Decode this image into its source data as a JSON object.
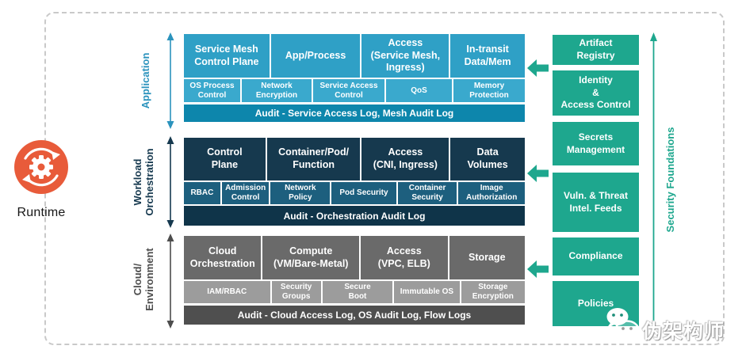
{
  "runtime": {
    "label": "Runtime"
  },
  "layers": [
    {
      "id": "application",
      "label": "Application",
      "top_boxes": [
        "Service Mesh\nControl Plane",
        "App/Process",
        "Access\n(Service Mesh,\nIngress)",
        "In-transit\nData/Mem"
      ],
      "sub_boxes": [
        "OS Process\nControl",
        "Network\nEncryption",
        "Service Access\nControl",
        "QoS",
        "Memory\nProtection"
      ],
      "audit": "Audit - Service Access Log, Mesh Audit Log"
    },
    {
      "id": "workload-orchestration",
      "label": "Workload\nOrchestration",
      "top_boxes": [
        "Control\nPlane",
        "Container/Pod/\nFunction",
        "Access\n(CNI, Ingress)",
        "Data\nVolumes"
      ],
      "sub_boxes": [
        "RBAC",
        "Admission\nControl",
        "Network\nPolicy",
        "Pod Security",
        "Container\nSecurity",
        "Image\nAuthorization"
      ],
      "audit": "Audit - Orchestration Audit Log"
    },
    {
      "id": "cloud-environment",
      "label": "Cloud/\nEnvironment",
      "top_boxes": [
        "Cloud\nOrchestration",
        "Compute\n(VM/Bare-Metal)",
        "Access\n(VPC, ELB)",
        "Storage"
      ],
      "sub_boxes": [
        "IAM/RBAC",
        "Security\nGroups",
        "Secure\nBoot",
        "Immutable OS",
        "Storage\nEncryption"
      ],
      "audit": "Audit - Cloud Access Log, OS Audit Log, Flow Logs"
    }
  ],
  "foundations": {
    "axis_label": "Security Foundations",
    "items": [
      "Artifact\nRegistry",
      "Identity\n&\nAccess Control",
      "Secrets\nManagement",
      "Vuln. & Threat\nIntel. Feeds",
      "Compliance",
      "Policies"
    ]
  },
  "watermark": {
    "text": "伪架构师"
  },
  "colors": {
    "application_top": "#2fa0c6",
    "application_sub": "#3aa9cd",
    "application_audit": "#0d86ac",
    "workload_top": "#16394e",
    "workload_sub": "#1d5f7e",
    "workload_audit": "#0f3449",
    "cloud_top": "#6a6a6a",
    "cloud_sub": "#9c9c9c",
    "cloud_audit": "#4f4f4f",
    "foundation_green": "#1ea78e",
    "runtime_orange": "#e85b3a",
    "application_accent": "#2b93bd",
    "workload_accent": "#16394f",
    "cloud_accent": "#4d4d4d",
    "dashed_border": "#c9c9c9"
  }
}
